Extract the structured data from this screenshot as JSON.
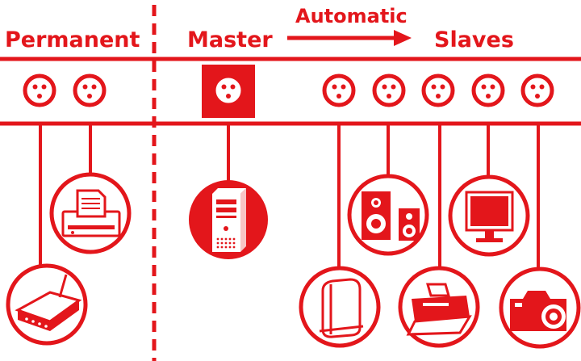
{
  "labels": {
    "permanent": "Permanent",
    "master": "Master",
    "automatic": "Automatic",
    "slaves": "Slaves"
  },
  "colors": {
    "red": "#e3161b",
    "white": "#ffffff"
  },
  "devices": {
    "permanent": [
      "router-icon",
      "fax-printer-icon"
    ],
    "master": [
      "computer-tower-icon"
    ],
    "slaves": [
      "external-drive-icon",
      "speakers-icon",
      "inkjet-printer-icon",
      "monitor-icon",
      "camera-icon"
    ]
  }
}
